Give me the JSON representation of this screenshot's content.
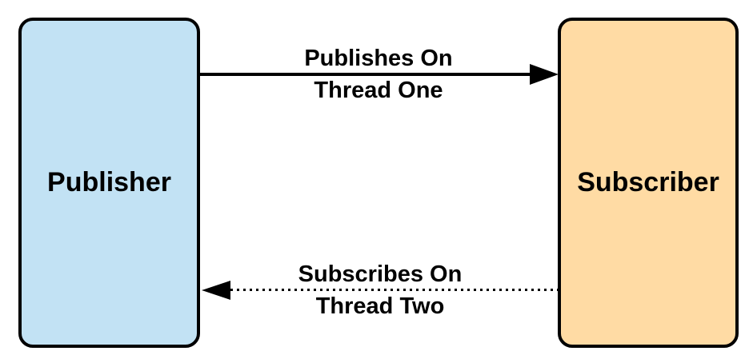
{
  "diagram": {
    "type": "flow-diagram",
    "background": "#ffffff",
    "stroke_color": "#000000",
    "nodes": [
      {
        "id": "publisher",
        "label": "Publisher",
        "fill": "#c2e2f4",
        "stroke": "#000000",
        "shape": "rounded-rect"
      },
      {
        "id": "subscriber",
        "label": "Subscriber",
        "fill": "#ffdba4",
        "stroke": "#000000",
        "shape": "rounded-rect"
      }
    ],
    "edges": [
      {
        "from": "publisher",
        "to": "subscriber",
        "line_style": "solid",
        "direction": "right",
        "label_line1": "Publishes On",
        "label_line2": "Thread One"
      },
      {
        "from": "subscriber",
        "to": "publisher",
        "line_style": "dotted",
        "direction": "left",
        "label_line1": "Subscribes On",
        "label_line2": "Thread Two"
      }
    ]
  }
}
